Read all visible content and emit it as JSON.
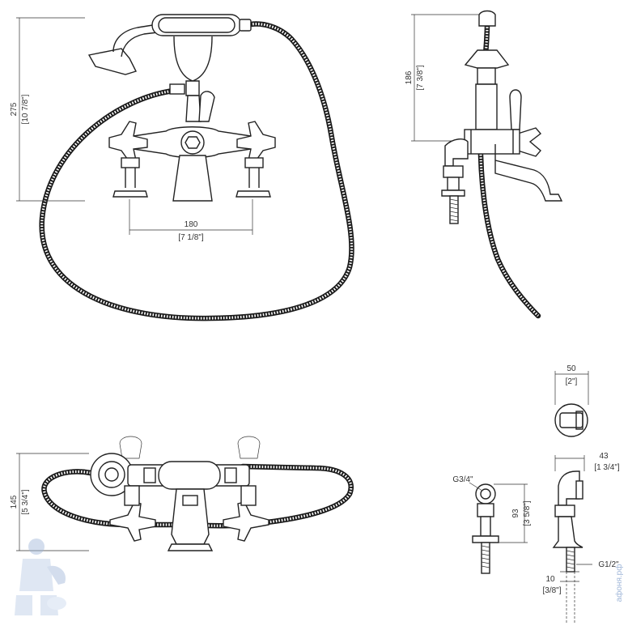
{
  "dimensions": {
    "front_height": {
      "mm": "275",
      "inch": "[10 7/8\"]"
    },
    "handle_spacing": {
      "mm": "180",
      "inch": "[7 1/8\"]"
    },
    "side_height": {
      "mm": "186",
      "inch": "[7 3/8\"]"
    },
    "top_depth": {
      "mm": "145",
      "inch": "[5 3/4\"]"
    },
    "leg_width": {
      "mm": "50",
      "inch": "[2\"]"
    },
    "leg_depth": {
      "mm": "43",
      "inch": "[1 3/4\"]"
    },
    "leg_height": {
      "mm": "93",
      "inch": "[3 5/8\"]"
    },
    "thread_top": "G3/4\"",
    "thread_bottom": "G1/2\"",
    "thread_length": {
      "mm": "10",
      "inch": "[3/8\"]"
    }
  },
  "watermark": "афоня.рф",
  "colors": {
    "line": "#222222",
    "dim_text": "#333333",
    "watermark": "#9fb6d8"
  }
}
